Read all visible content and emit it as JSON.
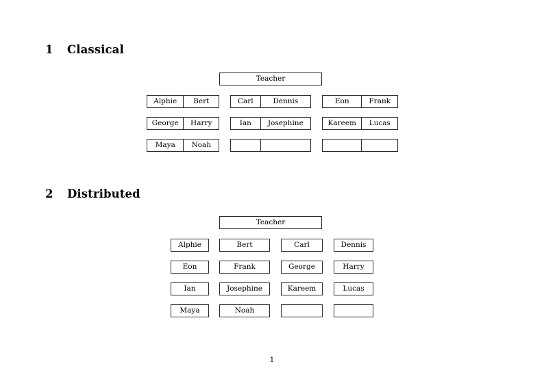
{
  "document": {
    "page_number": "1",
    "border_color": "#2b2b2b",
    "text_color": "#000000",
    "background_color": "#ffffff"
  },
  "sections": [
    {
      "number": "1",
      "title": "Classical",
      "teacher_label": "Teacher",
      "layout": "grouped-pairs",
      "groups": [
        {
          "index": 0,
          "rows": [
            {
              "cells": [
                "Alphie",
                "Bert"
              ]
            },
            {
              "cells": [
                "George",
                "Harry"
              ]
            },
            {
              "cells": [
                "Maya",
                "Noah"
              ]
            }
          ]
        },
        {
          "index": 1,
          "rows": [
            {
              "cells": [
                "Carl",
                "Dennis"
              ]
            },
            {
              "cells": [
                "Ian",
                "Josephine"
              ]
            },
            {
              "cells": [
                "",
                ""
              ]
            }
          ]
        },
        {
          "index": 2,
          "rows": [
            {
              "cells": [
                "Eon",
                "Frank"
              ]
            },
            {
              "cells": [
                "Kareem",
                "Lucas"
              ]
            },
            {
              "cells": [
                "",
                ""
              ]
            }
          ]
        }
      ]
    },
    {
      "number": "2",
      "title": "Distributed",
      "teacher_label": "Teacher",
      "layout": "independent-boxes",
      "rows": [
        {
          "cells": [
            "Alphie",
            "Bert",
            "Carl",
            "Dennis"
          ]
        },
        {
          "cells": [
            "Eon",
            "Frank",
            "George",
            "Harry"
          ]
        },
        {
          "cells": [
            "Ian",
            "Josephine",
            "Kareem",
            "Lucas"
          ]
        },
        {
          "cells": [
            "Maya",
            "Noah",
            "",
            ""
          ]
        }
      ]
    }
  ]
}
